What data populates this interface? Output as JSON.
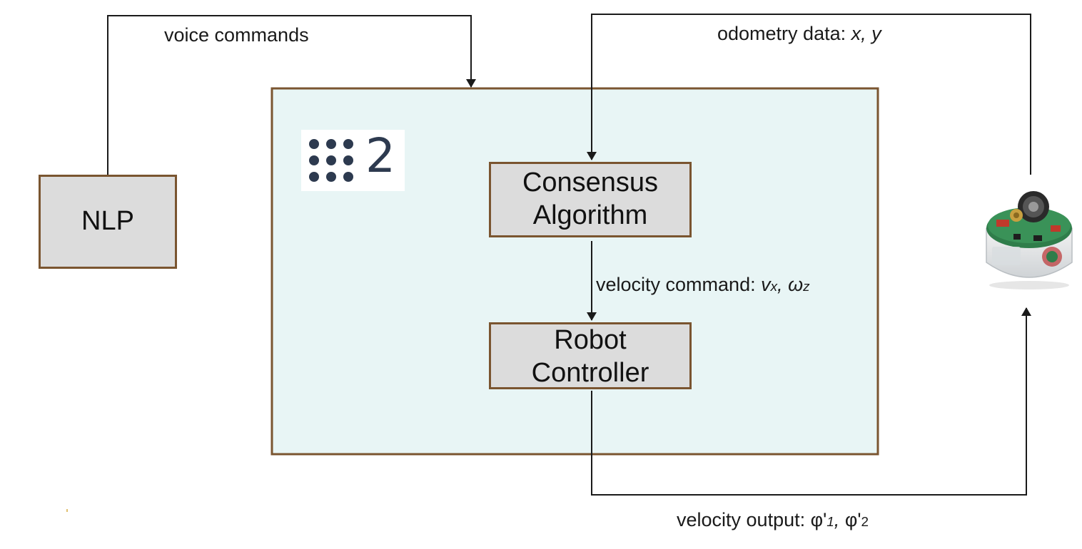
{
  "nodes": {
    "nlp": "NLP",
    "consensus_line1": "Consensus",
    "consensus_line2": "Algorithm",
    "controller_line1": "Robot",
    "controller_line2": "Controller"
  },
  "ros_logo": {
    "digit": "2"
  },
  "edges": {
    "voice_commands": "voice commands",
    "odometry_prefix": "odometry data: ",
    "odometry_vars": "x, y",
    "velocity_command_prefix": "velocity command: ",
    "v_sym": "v",
    "v_sub": "x",
    "comma1": ", ",
    "w_sym": "ω",
    "w_sub": "z",
    "velocity_output_prefix": "velocity output: ",
    "phi1": "φ'",
    "phi1_sub": "1",
    "comma2": ", ",
    "phi2": "φ'",
    "phi2_sub": "2"
  },
  "colors": {
    "container_fill": "#e8f5f5",
    "border": "#7a5530",
    "box_fill": "#dcdcdc",
    "line": "#1a1a1a",
    "logo_dots": "#2d3a4f"
  },
  "icons": {
    "robot": "e-puck-robot-icon",
    "ros": "ros2-logo-icon"
  }
}
